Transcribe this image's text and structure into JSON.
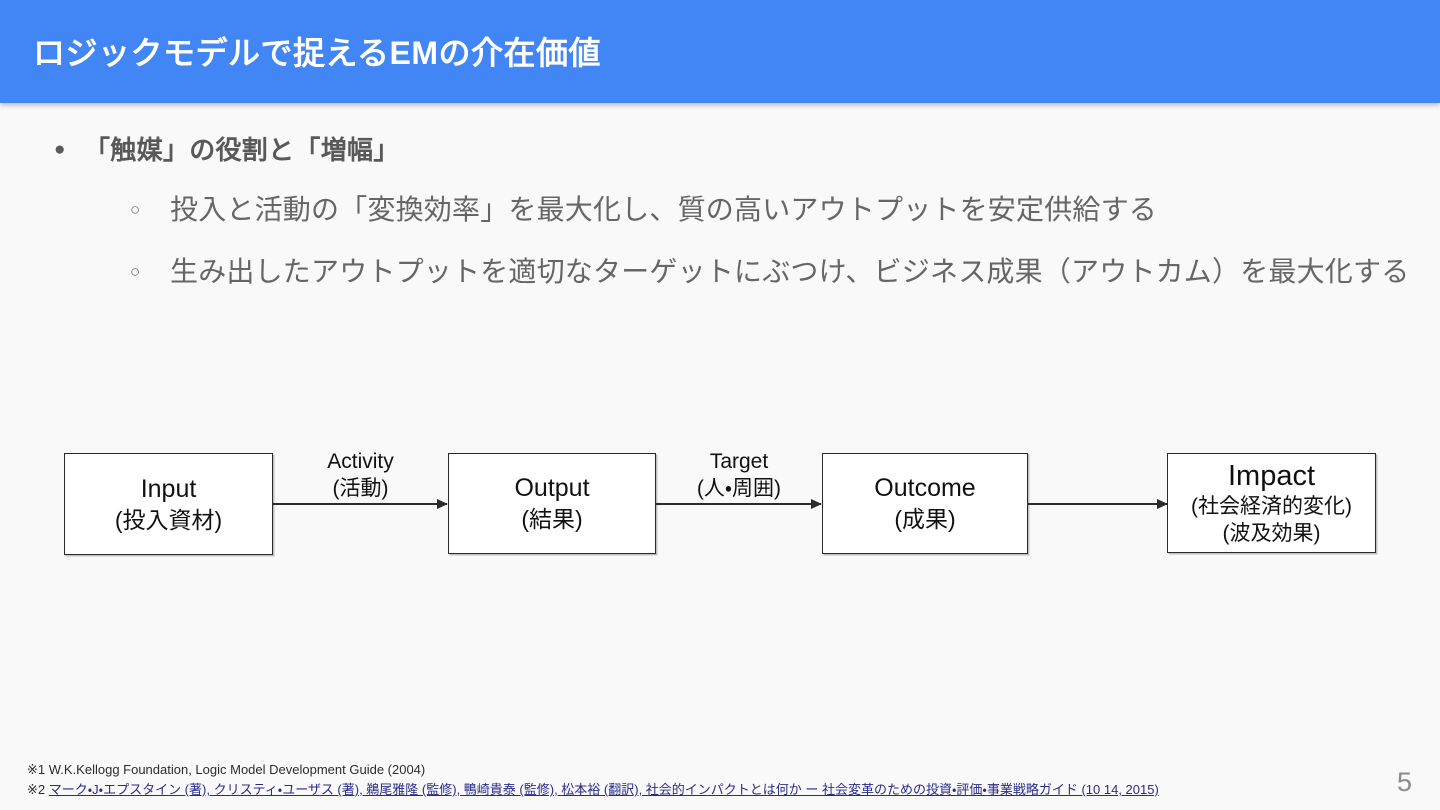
{
  "slide": {
    "page_number": "5",
    "accent_color": "#4285f4",
    "background_color": "#f9f9f9",
    "body_text_color": "#666666",
    "link_color": "#2a2a8c"
  },
  "header": {
    "title": "ロジックモデルで捉えるEMの介在価値"
  },
  "bullets": [
    {
      "level": 1,
      "marker": "●",
      "marker_name": "filled-disc",
      "text": "「触媒」の役割と「増幅」"
    },
    {
      "level": 2,
      "marker": "○",
      "marker_name": "hollow-circle",
      "text": "投入と活動の「変換効率」を最大化し、質の高いアウトプットを安定供給する"
    },
    {
      "level": 2,
      "marker": "○",
      "marker_name": "hollow-circle",
      "text": "生み出したアウトプットを適切なターゲットにぶつけ、ビジネス成果（アウトカム）を最大化する"
    }
  ],
  "diagram": {
    "name": "logic-model-flow",
    "boxes": [
      {
        "id": "input",
        "main": "Input",
        "sub": "(投入資材)",
        "sub2": ""
      },
      {
        "id": "output",
        "main": "Output",
        "sub": "(結果)",
        "sub2": ""
      },
      {
        "id": "outcome",
        "main": "Outcome",
        "sub": "(成果)",
        "sub2": ""
      },
      {
        "id": "impact",
        "main": "Impact",
        "sub": "(社会経済的変化)",
        "sub2": "(波及効果)"
      }
    ],
    "arrow_labels": [
      {
        "id": "activity",
        "en": "Activity",
        "jp": "(活動)"
      },
      {
        "id": "target",
        "en": "Target",
        "jp": "(人・周囲)"
      }
    ]
  },
  "footnotes": [
    {
      "mark": "※1 ",
      "text": "W.K.Kellogg Foundation, Logic Model Development Guide (2004)",
      "is_link": false
    },
    {
      "mark": "※2 ",
      "text": "マーク・J・エプスタイン (著), クリスティ・ユーザス (著), 鵜尾雅隆 (監修), 鴨崎貴泰 (監修), 松本裕 (翻訳), 社会的インパクトとは何か ー 社会変革のための投資・評価・事業戦略ガイド (10 14, 2015)",
      "is_link": true
    }
  ]
}
